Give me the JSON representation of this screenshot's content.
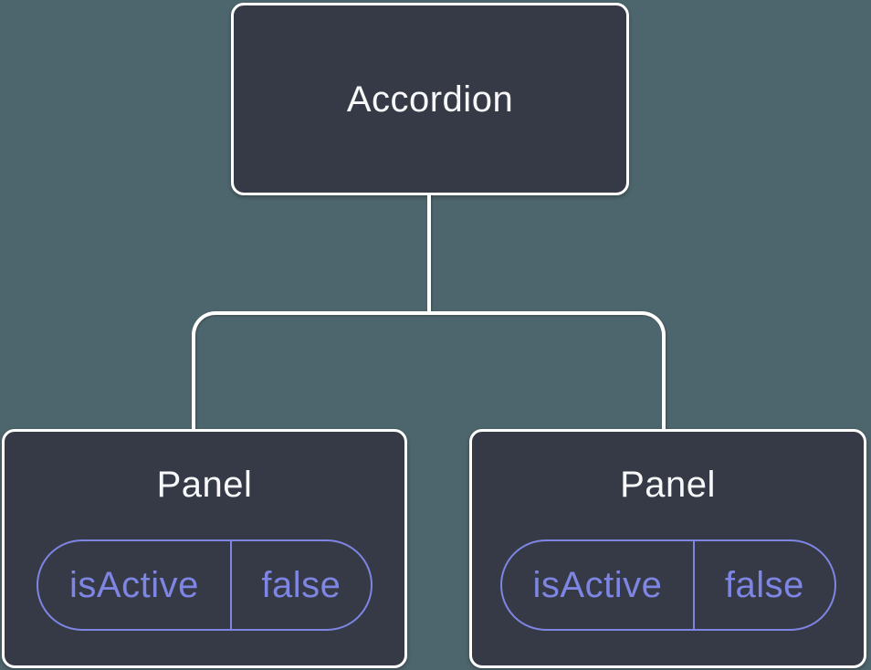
{
  "tree": {
    "root": {
      "label": "Accordion"
    },
    "children": [
      {
        "label": "Panel",
        "state": {
          "key": "isActive",
          "value": "false"
        }
      },
      {
        "label": "Panel",
        "state": {
          "key": "isActive",
          "value": "false"
        }
      }
    ]
  },
  "colors": {
    "background": "#4d656c",
    "node_fill": "#353a46",
    "node_border": "#ffffff",
    "connector": "#ffffff",
    "node_label": "#f7f8fa",
    "state_accent": "#7e85e2"
  }
}
